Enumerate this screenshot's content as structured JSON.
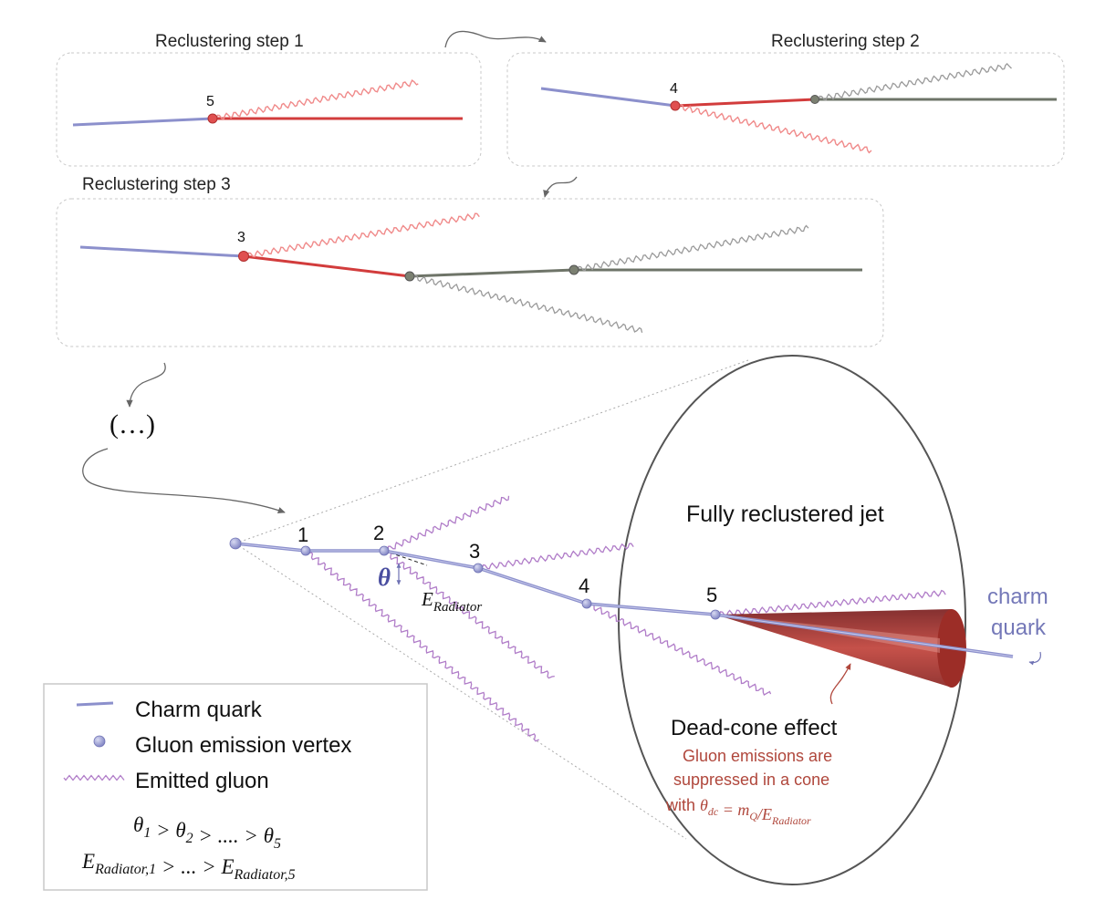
{
  "steps": [
    {
      "title": "Reclustering step 1",
      "vertex_label": "5"
    },
    {
      "title": "Reclustering step 2",
      "vertex_label": "4"
    },
    {
      "title": "Reclustering step 3",
      "vertex_label": "3"
    }
  ],
  "ellipsis": "(…)",
  "main": {
    "vertex_labels": [
      "1",
      "2",
      "3",
      "4",
      "5"
    ],
    "theta_symbol": "θ",
    "e_radiator_main": "E",
    "e_radiator_sub": "Radiator",
    "charm_label_line1": "charm",
    "charm_label_line2": "quark"
  },
  "zoom": {
    "title": "Fully reclustered jet",
    "dead_cone_title": "Dead-cone effect",
    "dead_cone_line1": "Gluon emissions are",
    "dead_cone_line2": "suppressed in a cone",
    "dead_cone_line3_prefix": "with ",
    "dead_cone_formula": "θdc = mQ/ERadiator"
  },
  "legend": {
    "items": [
      {
        "label": "Charm quark",
        "icon": "line"
      },
      {
        "label": "Gluon emission vertex",
        "icon": "dot"
      },
      {
        "label": "Emitted gluon",
        "icon": "wavy"
      }
    ],
    "ordering_theta": "θ1 > θ2 > .... > θ5",
    "ordering_energy": "ERadiator,1 > ... > ERadiator,5"
  },
  "colors": {
    "quark": "#8c90cc",
    "quark_dark": "#6f72b4",
    "gluon": "#b07cc8",
    "red": "#d23c3c",
    "grey_line": "#6e7468",
    "box_border": "#c8c8c8",
    "ellipse": "#555555",
    "dead_cone_text": "#b0473c",
    "charm_text": "#7478b8"
  }
}
